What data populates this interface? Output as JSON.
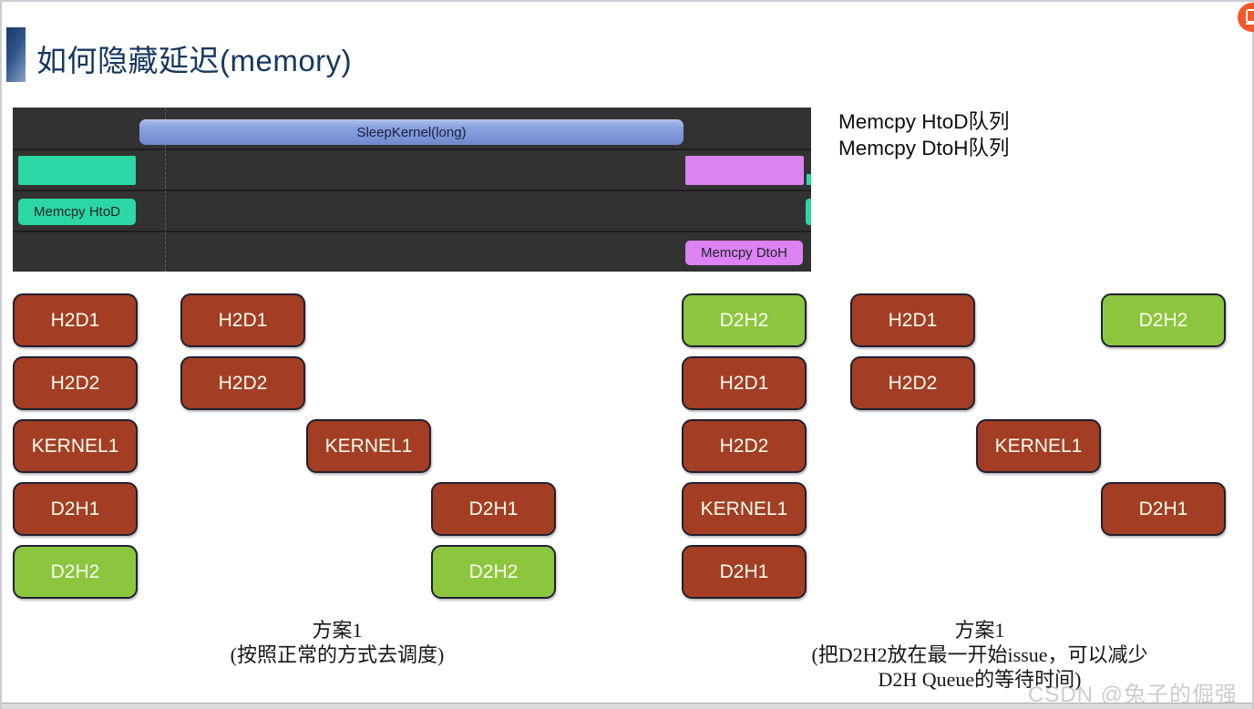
{
  "page": {
    "title": "如何隐藏延迟(memory)",
    "title_color": "#17375E",
    "watermark": "CSDN @兔子的倔强"
  },
  "palette": {
    "brown": "#A33E24",
    "green": "#8CC63F",
    "teal": "#2BD7A5",
    "magenta": "#DD82F2",
    "kernel_blue": "#7B94D6",
    "panel_bg": "#323232",
    "badge_orange": "#F2582B",
    "accent_navy": "#1B3A66"
  },
  "timeline": {
    "kernel_bar_label": "SleepKernel(long)",
    "htod_label": "Memcpy HtoD",
    "dtoh_label": "Memcpy DtoH"
  },
  "queue_legend": {
    "line1": "Memcpy HtoD队列",
    "line2": "Memcpy DtoH队列"
  },
  "diagrams": {
    "left": {
      "caption_line1": "方案1",
      "caption_line2": "(按照正常的方式去调度)",
      "boxes": [
        {
          "label": "H2D1",
          "color": "brown",
          "col": 0,
          "row": 0
        },
        {
          "label": "H2D2",
          "color": "brown",
          "col": 0,
          "row": 1
        },
        {
          "label": "KERNEL1",
          "color": "brown",
          "col": 0,
          "row": 2
        },
        {
          "label": "D2H1",
          "color": "brown",
          "col": 0,
          "row": 3
        },
        {
          "label": "D2H2",
          "color": "green",
          "col": 0,
          "row": 4
        },
        {
          "label": "H2D1",
          "color": "brown",
          "col": 1,
          "row": 0
        },
        {
          "label": "H2D2",
          "color": "brown",
          "col": 1,
          "row": 1
        },
        {
          "label": "KERNEL1",
          "color": "brown",
          "col": 2,
          "row": 2
        },
        {
          "label": "D2H1",
          "color": "brown",
          "col": 3,
          "row": 3
        },
        {
          "label": "D2H2",
          "color": "green",
          "col": 3,
          "row": 4
        }
      ]
    },
    "right": {
      "caption_line1": "方案1",
      "caption_line2": "(把D2H2放在最一开始issue，可以减少",
      "caption_line3": "D2H Queue的等待时间)",
      "boxes": [
        {
          "label": "D2H2",
          "color": "green",
          "col": 0,
          "row": 0
        },
        {
          "label": "H2D1",
          "color": "brown",
          "col": 0,
          "row": 1
        },
        {
          "label": "H2D2",
          "color": "brown",
          "col": 0,
          "row": 2
        },
        {
          "label": "KERNEL1",
          "color": "brown",
          "col": 0,
          "row": 3
        },
        {
          "label": "D2H1",
          "color": "brown",
          "col": 0,
          "row": 4
        },
        {
          "label": "H2D1",
          "color": "brown",
          "col": 1,
          "row": 0
        },
        {
          "label": "H2D2",
          "color": "brown",
          "col": 1,
          "row": 1
        },
        {
          "label": "KERNEL1",
          "color": "brown",
          "col": 2,
          "row": 2
        },
        {
          "label": "D2H2",
          "color": "green",
          "col": 3,
          "row": 0
        },
        {
          "label": "D2H1",
          "color": "brown",
          "col": 3,
          "row": 3
        }
      ]
    }
  }
}
